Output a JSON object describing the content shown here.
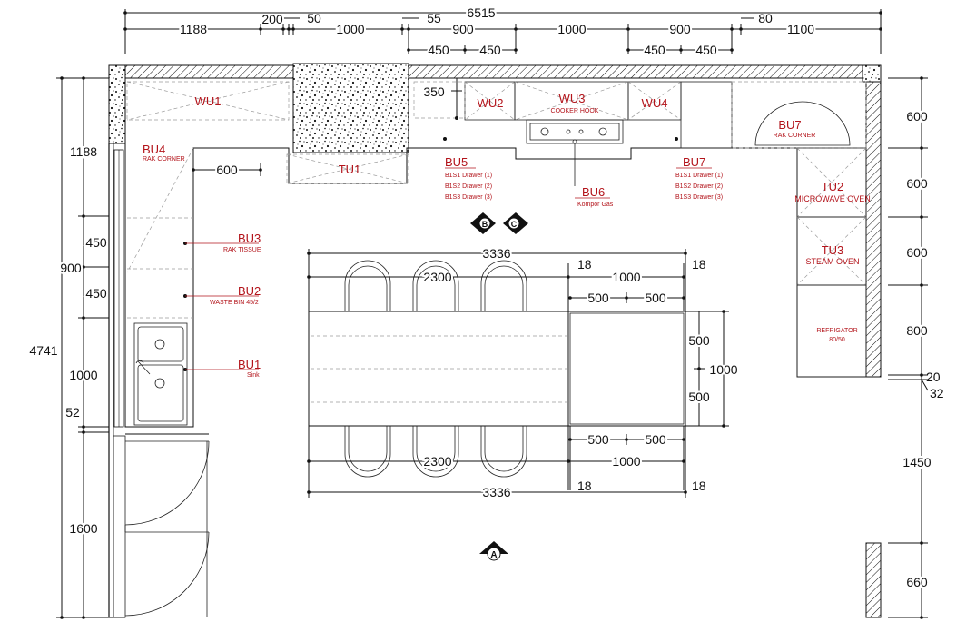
{
  "dimensions": {
    "top": {
      "total": "6515",
      "seg_1188": "1188",
      "seg_200": "200",
      "seg_50": "50",
      "seg_1000a": "1000",
      "seg_55": "55",
      "seg_900a": "900",
      "seg_1000b": "1000",
      "seg_900b": "900",
      "seg_80": "80",
      "seg_1100": "1100",
      "sub_450a": "450",
      "sub_450b": "450",
      "sub_450c": "450",
      "sub_450d": "450"
    },
    "left": {
      "total": "4741",
      "seg_1188": "1188",
      "seg_450a": "450",
      "seg_900": "900",
      "seg_450b": "450",
      "seg_1000": "1000",
      "seg_52": "52",
      "seg_1600": "1600"
    },
    "right": {
      "seg_600a": "600",
      "seg_600b": "600",
      "seg_600c": "600",
      "seg_800": "800",
      "seg_20": "20",
      "seg_32": "32",
      "seg_1450": "1450",
      "seg_660": "660"
    },
    "interior": {
      "bu4_depth": "600",
      "wu_depth": "350"
    },
    "island": {
      "top_total": "3336",
      "top_seat": "2300",
      "top_18a": "18",
      "top_18b": "18",
      "top_1000": "1000",
      "top_500a": "500",
      "top_500b": "500",
      "right_500a": "500",
      "right_1000": "1000",
      "right_500b": "500",
      "bot_500a": "500",
      "bot_500b": "500",
      "bot_seat": "2300",
      "bot_1000": "1000",
      "bot_total": "3336",
      "bot_18a": "18",
      "bot_18b": "18"
    }
  },
  "labels": {
    "wu1": "WU1",
    "wu2": "WU2",
    "wu3": "WU3",
    "wu3_sub": "COOKER HOOK",
    "wu4": "WU4",
    "tu1": "TU1",
    "bu4": "BU4",
    "bu4_sub": "RAK CORNER",
    "bu5": "BU5",
    "bu5_d1": "B1S1 Drawer (1)",
    "bu5_d2": "B1S2 Drawer (2)",
    "bu5_d3": "B1S3 Drawer (3)",
    "bu6": "BU6",
    "bu6_sub": "Kompor Gas",
    "bu7": "BU7",
    "bu7_d1": "B1S1 Drawer (1)",
    "bu7_d2": "B1S2 Drawer (2)",
    "bu7_d3": "B1S3 Drawer (3)",
    "bu7_top": "BU7",
    "bu7_top_sub": "RAK CORNER",
    "bu3": "BU3",
    "bu3_sub": "RAK TISSUE",
    "bu2": "BU2",
    "bu2_sub": "WASTE BIN 45/2",
    "bu1": "BU1",
    "bu1_sub": "Sink",
    "tu2": "TU2",
    "tu2_sub": "MICROWAVE OVEN",
    "tu3": "TU3",
    "tu3_sub": "STEAM OVEN",
    "fridge_1": "REFRIGATOR",
    "fridge_2": "80/50"
  },
  "markers": {
    "a": "A",
    "b": "B",
    "c": "C"
  }
}
